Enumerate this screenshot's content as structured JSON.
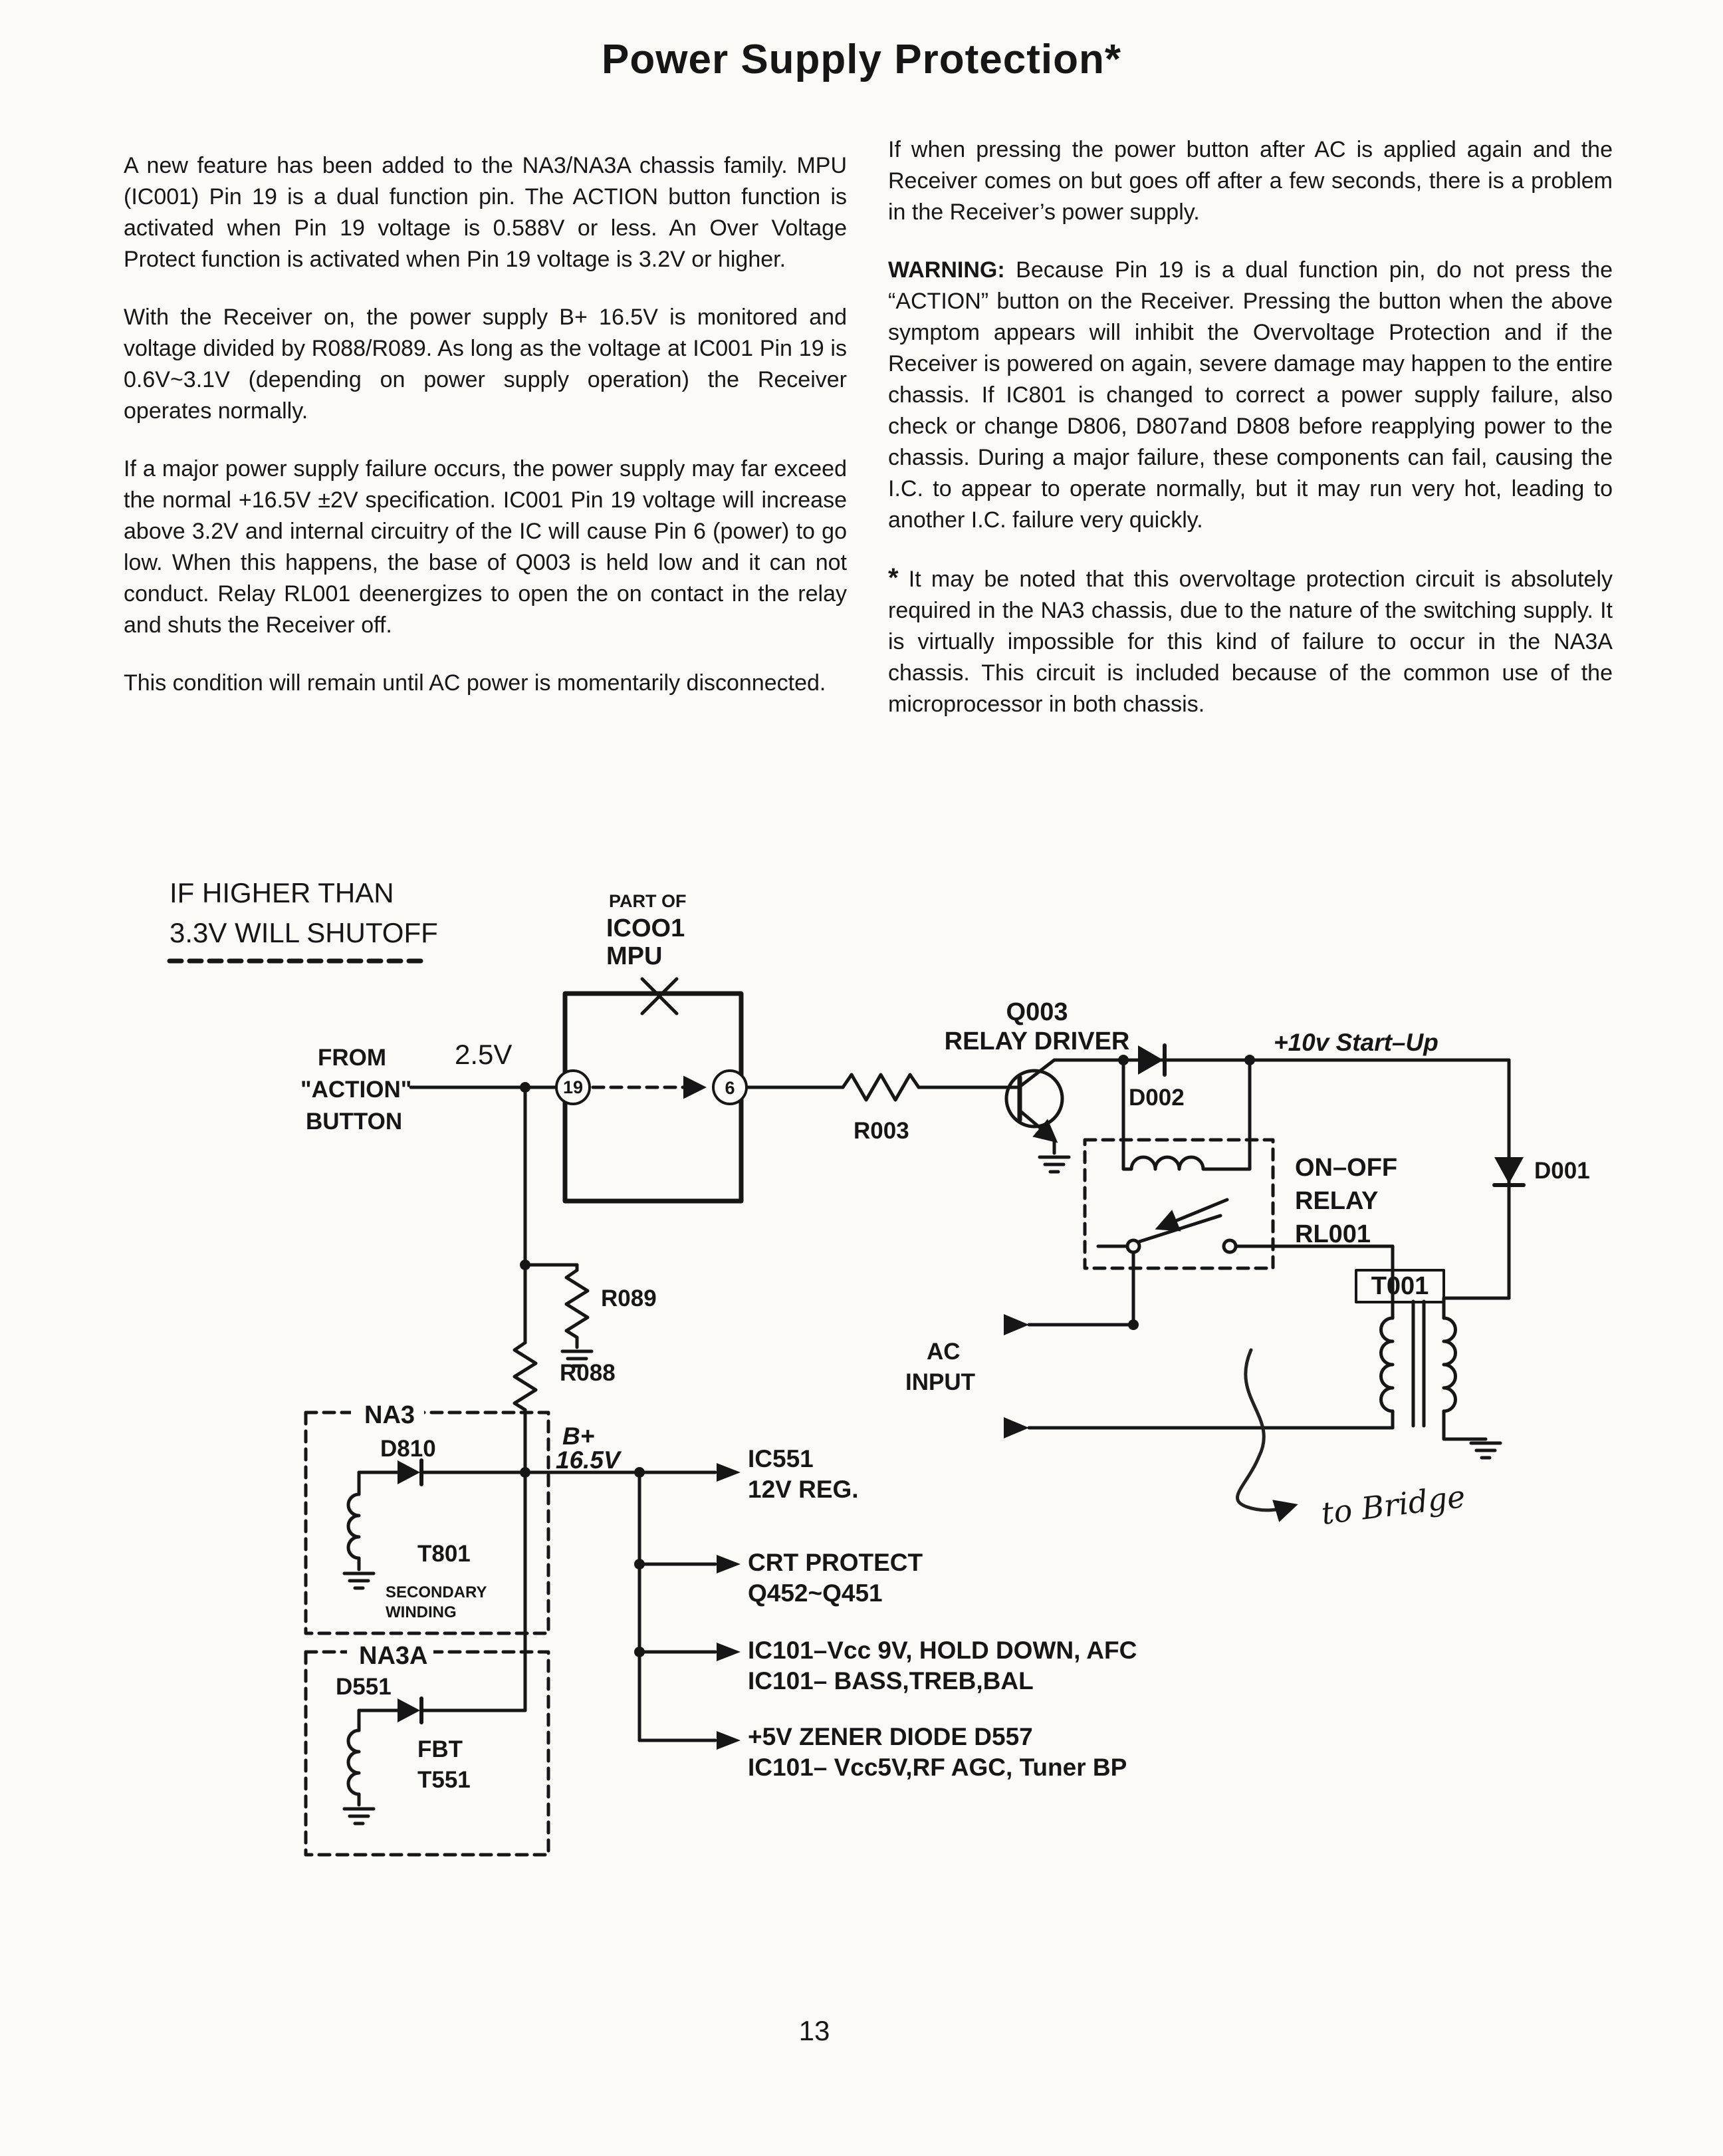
{
  "theme": {
    "paper": "#fbfaf7",
    "ink": "#161616"
  },
  "page": {
    "title": "Power Supply Protection*",
    "page_number": "13"
  },
  "left_column": {
    "para1": "A new feature has been added to the NA3/NA3A chassis family. MPU (IC001) Pin 19 is a dual function pin. The ACTION button function is activated when Pin 19 voltage is 0.588V or less. An Over Voltage Protect function is activated when Pin 19 voltage is 3.2V or higher.",
    "para2": "With the Receiver on, the power supply B+ 16.5V is monitored and voltage divided by R088/R089. As long as the voltage at IC001 Pin 19 is 0.6V~3.1V (depending on power supply operation) the Receiver operates normally.",
    "para3": "If a major power supply failure occurs, the power supply may far exceed the normal +16.5V ±2V specification. IC001 Pin 19 voltage will increase above 3.2V and internal circuitry of the IC will cause Pin 6 (power) to go low. When this happens, the base of Q003 is held low and it can not conduct. Relay RL001 deenergizes to open the on contact in the relay and shuts the Receiver off.",
    "para4": "This condition will remain until AC power is momentarily disconnected."
  },
  "right_column": {
    "para1": "If when pressing the power button after AC is applied again and the Receiver comes on but goes off after a few seconds, there is a problem in the Receiver’s power supply.",
    "warning_label": "WARNING:",
    "warning_text": "Because Pin 19 is a dual function pin, do not press the “ACTION” button on the Receiver. Pressing the button when the above symptom appears will inhibit the Overvoltage Protection and if the Receiver is powered on again, severe damage may happen to the entire chassis. If IC801 is changed to correct a power supply failure, also check or change D806, D807and D808 before reapplying power to the chassis. During a major failure, these components can fail, causing the I.C. to appear to operate normally, but it may run very hot, leading to another I.C. failure very quickly.",
    "footnote_marker": "*",
    "footnote_text": "It may be noted that this overvoltage protection circuit is absolutely required in the NA3 chassis, due to the nature of the switching supply. It is virtually impossible for this kind of failure to occur in the NA3A chassis. This circuit is included because of the common use of the microprocessor in both chassis."
  },
  "diagram": {
    "note": {
      "line1": "IF HIGHER THAN",
      "line2": "3.3V WILL SHUTOFF"
    },
    "mpu": {
      "part_of": "PART OF",
      "name": "ICOO1",
      "type": "MPU",
      "pin_in": "19",
      "pin_out": "6"
    },
    "input": {
      "voltage": "2.5V",
      "source_line1": "FROM",
      "source_line2": "\"ACTION\"",
      "source_line3": "BUTTON"
    },
    "q003": {
      "ref": "Q003",
      "role": "RELAY DRIVER"
    },
    "r003": "R003",
    "d002": "D002",
    "startup": "+10v  Start–Up",
    "relay": {
      "line1": "ON–OFF",
      "line2": "RELAY",
      "line3": "RL001"
    },
    "d001": "D001",
    "t001": "T001",
    "r089": "R089",
    "r088": "R088",
    "ac": {
      "line1": "AC",
      "line2": "INPUT"
    },
    "na3": {
      "label": "NA3",
      "diode": "D810",
      "transformer": "T801",
      "winding_line1": "SECONDARY",
      "winding_line2": "WINDING"
    },
    "bplus": {
      "line1": "B+",
      "line2": "16.5V"
    },
    "outputs": [
      {
        "line1": "IC551",
        "line2": "12V REG."
      },
      {
        "line1": "CRT PROTECT",
        "line2": "Q452~Q451"
      },
      {
        "line1": "IC101–Vcc 9V, HOLD DOWN, AFC",
        "line2": "IC101– BASS,TREB,BAL"
      },
      {
        "line1": "+5V ZENER DIODE D557",
        "line2": "IC101– Vcc5V,RF AGC, Tuner BP"
      }
    ],
    "na3a": {
      "label": "NA3A",
      "diode": "D551",
      "transformer_line1": "FBT",
      "transformer_line2": "T551"
    },
    "handwritten": "to Bridge"
  }
}
